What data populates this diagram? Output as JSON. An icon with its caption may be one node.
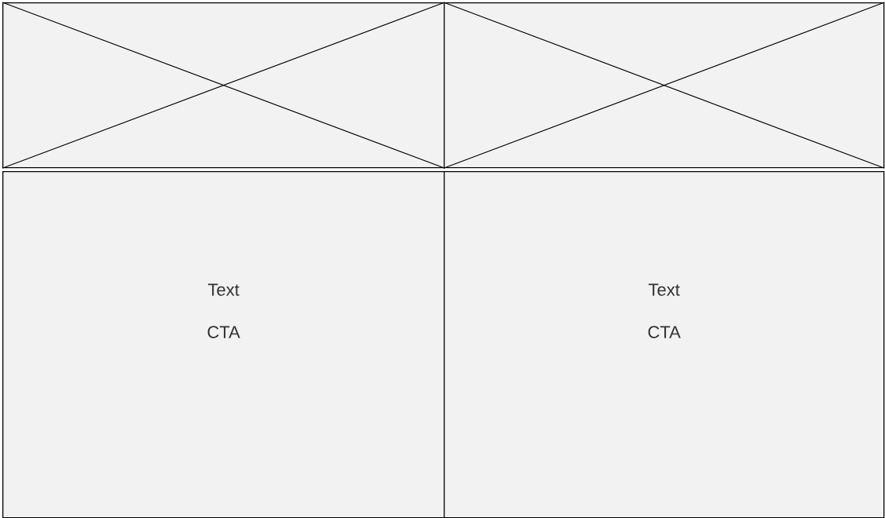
{
  "diagram": {
    "nodes": [
      {
        "text": [],
        "shape": "box"
      },
      {
        "text": [],
        "shape": "box"
      },
      {
        "text": [
          "Text",
          "CTA"
        ]
      },
      {
        "text": [
          "Text",
          "CTA"
        ]
      }
    ]
  }
}
